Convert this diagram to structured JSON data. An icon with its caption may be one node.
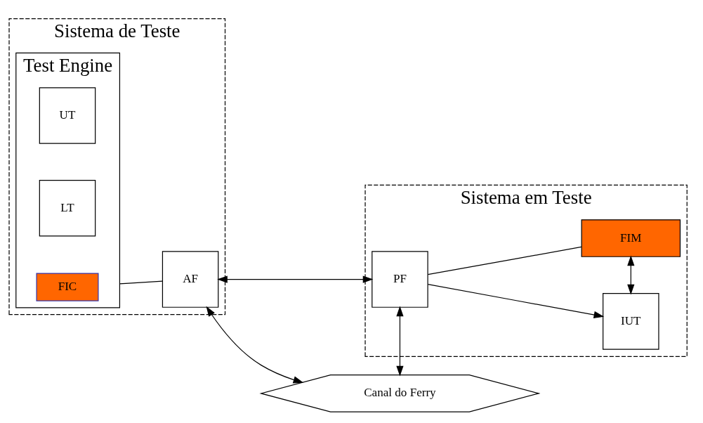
{
  "diagram": {
    "nodes": [
      {
        "text": [
          "Sistema de Teste"
        ]
      },
      {
        "text": [
          "Test Engine"
        ],
        "in": 0
      },
      {
        "text": [
          "UT"
        ],
        "in": 1
      },
      {
        "text": [
          "LT"
        ],
        "in": 1
      },
      {
        "text": [
          "FIC"
        ],
        "in": 1
      },
      {
        "text": [
          "AF"
        ],
        "in": 0
      },
      {
        "text": [
          "Sistema em Teste"
        ]
      },
      {
        "text": [
          "PF"
        ],
        "in": 6
      },
      {
        "text": [
          "IUT"
        ],
        "in": 6
      },
      {
        "text": [
          "FIM"
        ],
        "in": 6
      },
      {
        "text": [
          "Canal do Ferry"
        ]
      }
    ],
    "edges": [
      {
        "from": 1,
        "to": 5,
        "arrow": "none"
      },
      {
        "from": 5,
        "to": 7,
        "arrow": "both"
      },
      {
        "from": 7,
        "to": 8,
        "arrow": "to"
      },
      {
        "from": 8,
        "to": 9,
        "arrow": "both"
      },
      {
        "from": 7,
        "to": 9,
        "arrow": "none"
      },
      {
        "from": 5,
        "to": 10,
        "arrow": "both"
      },
      {
        "from": 7,
        "to": 10,
        "arrow": "both"
      }
    ]
  }
}
